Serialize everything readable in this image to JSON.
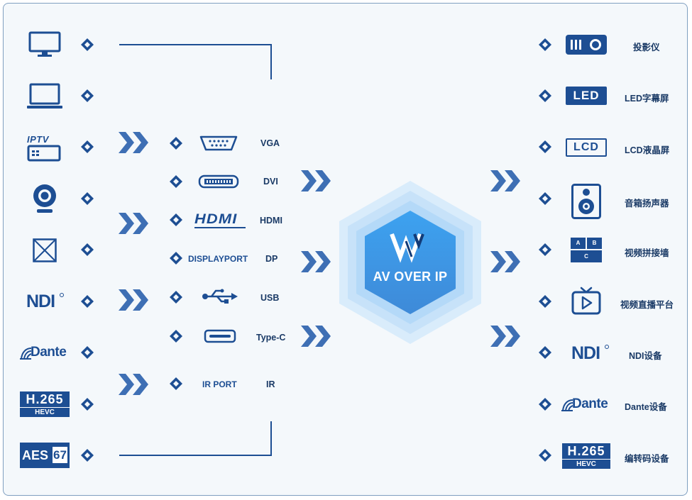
{
  "colors": {
    "primary": "#1d4e93",
    "arrow": "#3e6fb4",
    "frame": "#7f9fc0",
    "bg": "#f4f8fb",
    "hex_center": "#4aa6ee"
  },
  "left_sources": [
    {
      "icon": "monitor-icon"
    },
    {
      "icon": "laptop-icon"
    },
    {
      "icon": "iptv-icon",
      "text": "IPTV"
    },
    {
      "icon": "webcam-icon"
    },
    {
      "icon": "placeholder-box-icon"
    },
    {
      "icon": "ndi-logo",
      "text": "NDI"
    },
    {
      "icon": "dante-logo",
      "text": "Dante"
    },
    {
      "icon": "h265-logo",
      "text": "H.265",
      "subtext": "HEVC"
    },
    {
      "icon": "aes67-logo",
      "text": "AES",
      "subtext": "67"
    }
  ],
  "interfaces": [
    {
      "icon": "vga-port-icon",
      "label": "VGA"
    },
    {
      "icon": "dvi-port-icon",
      "label": "DVI"
    },
    {
      "icon": "hdmi-logo",
      "text": "HDMI",
      "label": "HDMI"
    },
    {
      "icon": "displayport-text",
      "text": "DISPLAYPORT",
      "label": "DP"
    },
    {
      "icon": "usb-icon",
      "label": "USB"
    },
    {
      "icon": "type-c-port-icon",
      "label": "Type-C"
    },
    {
      "icon": "ir-port-text",
      "text": "IR PORT",
      "label": "IR"
    }
  ],
  "center": {
    "logo": "w-logo",
    "title": "AV OVER IP"
  },
  "right_outputs": [
    {
      "icon": "projector-icon",
      "label": "投影仪"
    },
    {
      "icon": "led-badge",
      "text": "LED",
      "label": "LED字幕屏"
    },
    {
      "icon": "lcd-badge",
      "text": "LCD",
      "label": "LCD液晶屏"
    },
    {
      "icon": "speaker-icon",
      "label": "音箱扬声器"
    },
    {
      "icon": "video-wall-icon",
      "cells": [
        "A",
        "B",
        "C"
      ],
      "label": "视频拼接墙"
    },
    {
      "icon": "live-tv-icon",
      "label": "视频直播平台"
    },
    {
      "icon": "ndi-logo",
      "text": "NDI",
      "label": "NDI设备"
    },
    {
      "icon": "dante-logo",
      "text": "Dante",
      "label": "Dante设备"
    },
    {
      "icon": "h265-logo",
      "text": "H.265",
      "subtext": "HEVC",
      "label": "编转码设备"
    }
  ]
}
